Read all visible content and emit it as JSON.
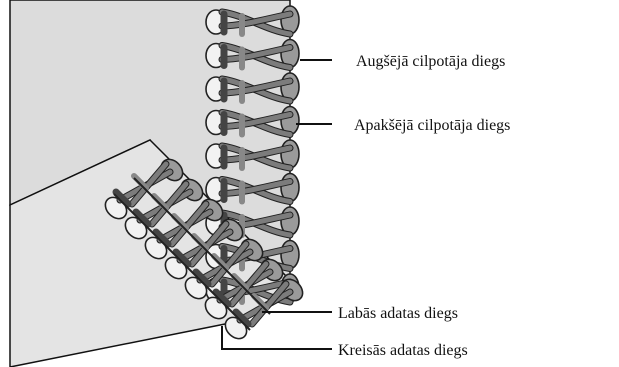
{
  "labels": {
    "upper_looper": "Augšējā cilpotāja diegs",
    "lower_looper": "Apakšējā cilpotāja diegs",
    "right_needle": "Labās adatas diegs",
    "left_needle": "Kreisās adatas diegs"
  },
  "colors": {
    "fabric": "#dcdcdc",
    "thread_dark": "#444444",
    "thread_mid": "#7c7c7c",
    "thread_light": "#f2f2f2",
    "line": "#111111"
  }
}
